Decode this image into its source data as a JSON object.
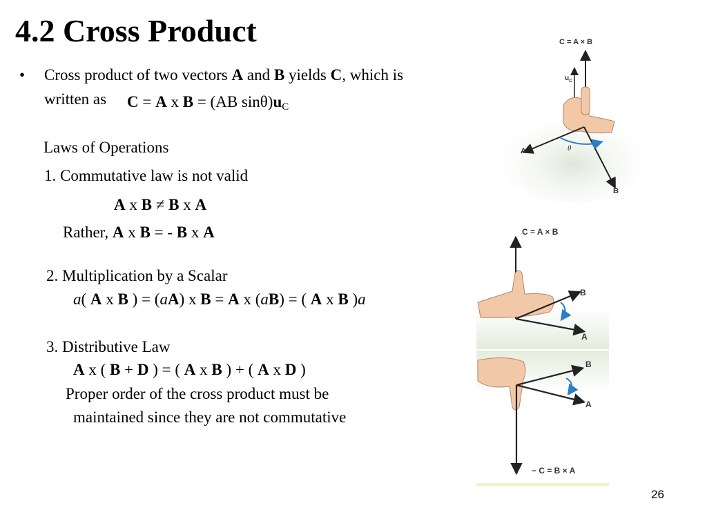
{
  "slide": {
    "title": "4.2 Cross Product",
    "page_number": "26"
  },
  "bullet": {
    "marker": "•",
    "line1_a": "Cross product of two vectors ",
    "line1_A": "A",
    "line1_b": " and ",
    "line1_B": "B",
    "line1_c": " yields ",
    "line1_C": "C",
    "line1_d": ", which is",
    "line2_a": "written as ",
    "eq_C": "C",
    "eq_eq": " = ",
    "eq_A": "A",
    "eq_x": " x ",
    "eq_B": "B",
    "eq_rest": "  = (AB sinθ)",
    "eq_u": "u",
    "eq_sub": "C"
  },
  "laws": {
    "heading": "Laws of Operations",
    "law1": {
      "title": "1. Commutative law is not valid",
      "eq": [
        "A",
        " x ",
        "B",
        " ≠ ",
        "B",
        " x ",
        "A"
      ],
      "rather_prefix": "Rather, ",
      "rather_eq": [
        "A",
        " x ",
        "B",
        " = - ",
        "B",
        " x ",
        "A"
      ]
    },
    "law2": {
      "title": "2. Multiplication by a Scalar",
      "eq": [
        "a",
        "( ",
        "A",
        " x ",
        "B",
        " ) = (",
        "a",
        "A",
        ") x ",
        "B",
        " = ",
        "A",
        " x (",
        "a",
        "B",
        ") = ( ",
        "A",
        " x ",
        "B",
        " )",
        "a"
      ]
    },
    "law3": {
      "title": "3. Distributive Law",
      "eq": [
        "A",
        " x ( ",
        "B",
        " + ",
        "D",
        " ) = ( ",
        "A",
        " x ",
        "B",
        " ) + ( ",
        "A",
        " x ",
        "D",
        " )"
      ],
      "note1": "Proper order of the cross product must be",
      "note2": "maintained since they are not commutative"
    }
  },
  "figures": {
    "fig1": {
      "top_label": "C = A × B",
      "u_label": "u",
      "u_sub": "C",
      "a_label": "A",
      "b_label": "B",
      "theta_label": "θ"
    },
    "fig2": {
      "top_label": "C = A × B",
      "a_label": "A",
      "b_label": "B"
    },
    "fig3": {
      "bottom_label": "− C = B × A",
      "a_label": "A",
      "b_label": "B"
    }
  }
}
